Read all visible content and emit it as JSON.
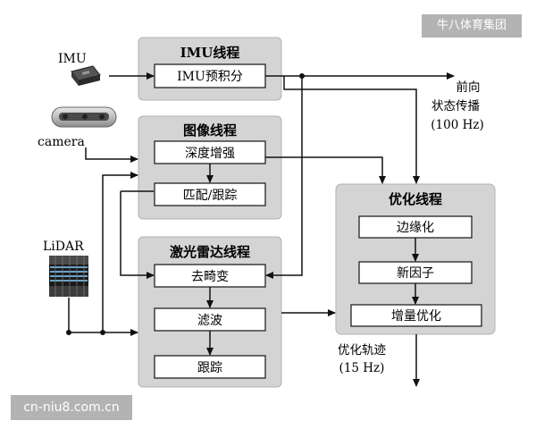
{
  "watermark": {
    "brand": "牛八体育集团",
    "url": "cn-niu8.com.cn"
  },
  "inputs": {
    "imu": "IMU",
    "camera": "camera",
    "lidar": "LiDAR"
  },
  "imu_thread": {
    "title": "IMU线程",
    "preintegration": "IMU预积分"
  },
  "image_thread": {
    "title": "图像线程",
    "depth_enhance": "深度增强",
    "match_track": "匹配/跟踪"
  },
  "lidar_thread": {
    "title": "激光雷达线程",
    "undistort": "去畸变",
    "filter": "滤波",
    "track": "跟踪"
  },
  "opt_thread": {
    "title": "优化线程",
    "marginalize": "边缘化",
    "new_factor": "新因子",
    "incremental": "增量优化"
  },
  "outputs": {
    "forward_line1": "前向",
    "forward_line2": "状态传播",
    "forward_rate": "(100 Hz)",
    "trajectory_line1": "优化轨迹",
    "trajectory_rate": "(15 Hz)"
  },
  "colors": {
    "group_fill": "#d4d4d4",
    "box_fill": "#ffffff",
    "line": "#111111"
  },
  "icons": {
    "imu": "imu-device-icon",
    "camera": "depth-camera-icon",
    "lidar": "lidar-sensor-icon"
  }
}
